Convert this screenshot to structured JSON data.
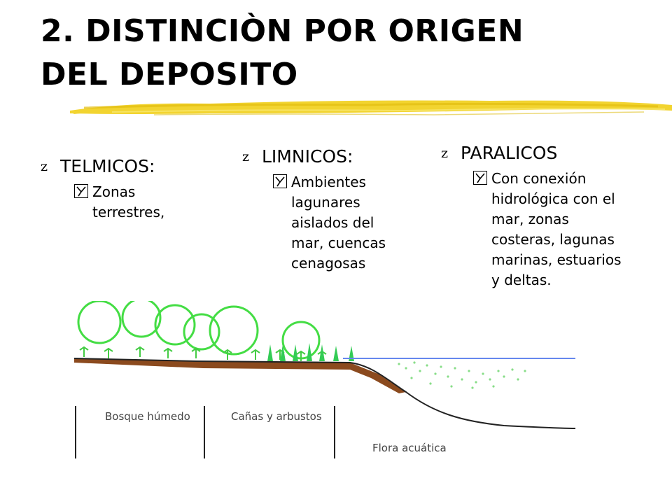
{
  "slide": {
    "title_line1": "2. DISTINCIÒN POR ORIGEN",
    "title_line2": "DEL DEPOSITO"
  },
  "columns": [
    {
      "heading": "TELMICOS:",
      "body": "Zonas terrestres,"
    },
    {
      "heading": "LIMNICOS:",
      "body": "Ambientes lagunares aislados del mar, cuencas cenagosas"
    },
    {
      "heading": "PARALICOS",
      "body": "Con conexión hidrológica con el mar, zonas costeras, lagunas marinas, estuarios y deltas."
    }
  ],
  "diagram": {
    "label_bosque": "Bosque húmedo",
    "label_canas": "Cañas y arbustos",
    "label_flora": "Flora acuática"
  },
  "colors": {
    "brush": "#f2d430",
    "tree": "#44dd44",
    "soil": "#8b4a1e",
    "water": "#6688ee",
    "dots": "#88dd88"
  }
}
